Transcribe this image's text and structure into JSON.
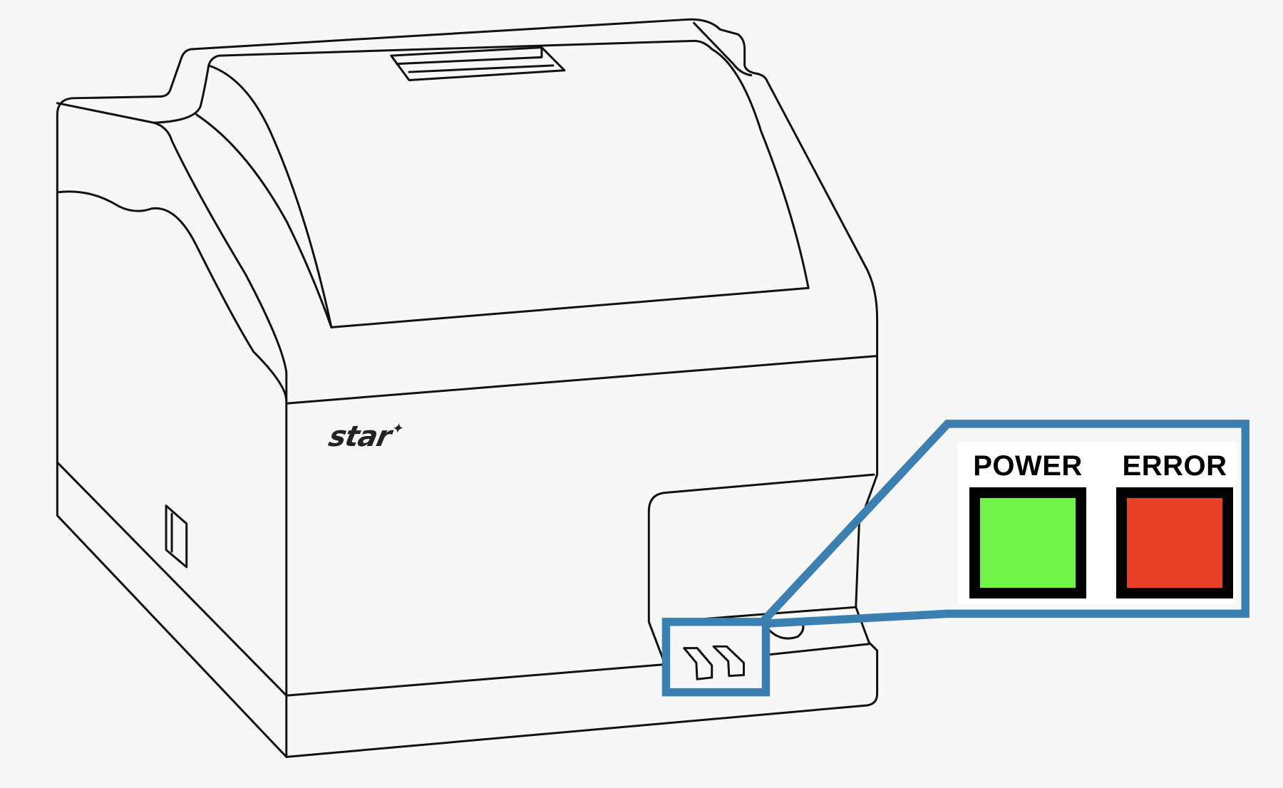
{
  "figure": {
    "subject": "Star receipt printer (line drawing)",
    "brand_logo_text": "star",
    "callout": {
      "border_color": "#3b80b1",
      "indicators": [
        {
          "label": "POWER",
          "color": "#72f44a",
          "state": "on"
        },
        {
          "label": "ERROR",
          "color": "#e84127",
          "state": "on"
        }
      ]
    },
    "background_color": "#f7f7f7"
  }
}
